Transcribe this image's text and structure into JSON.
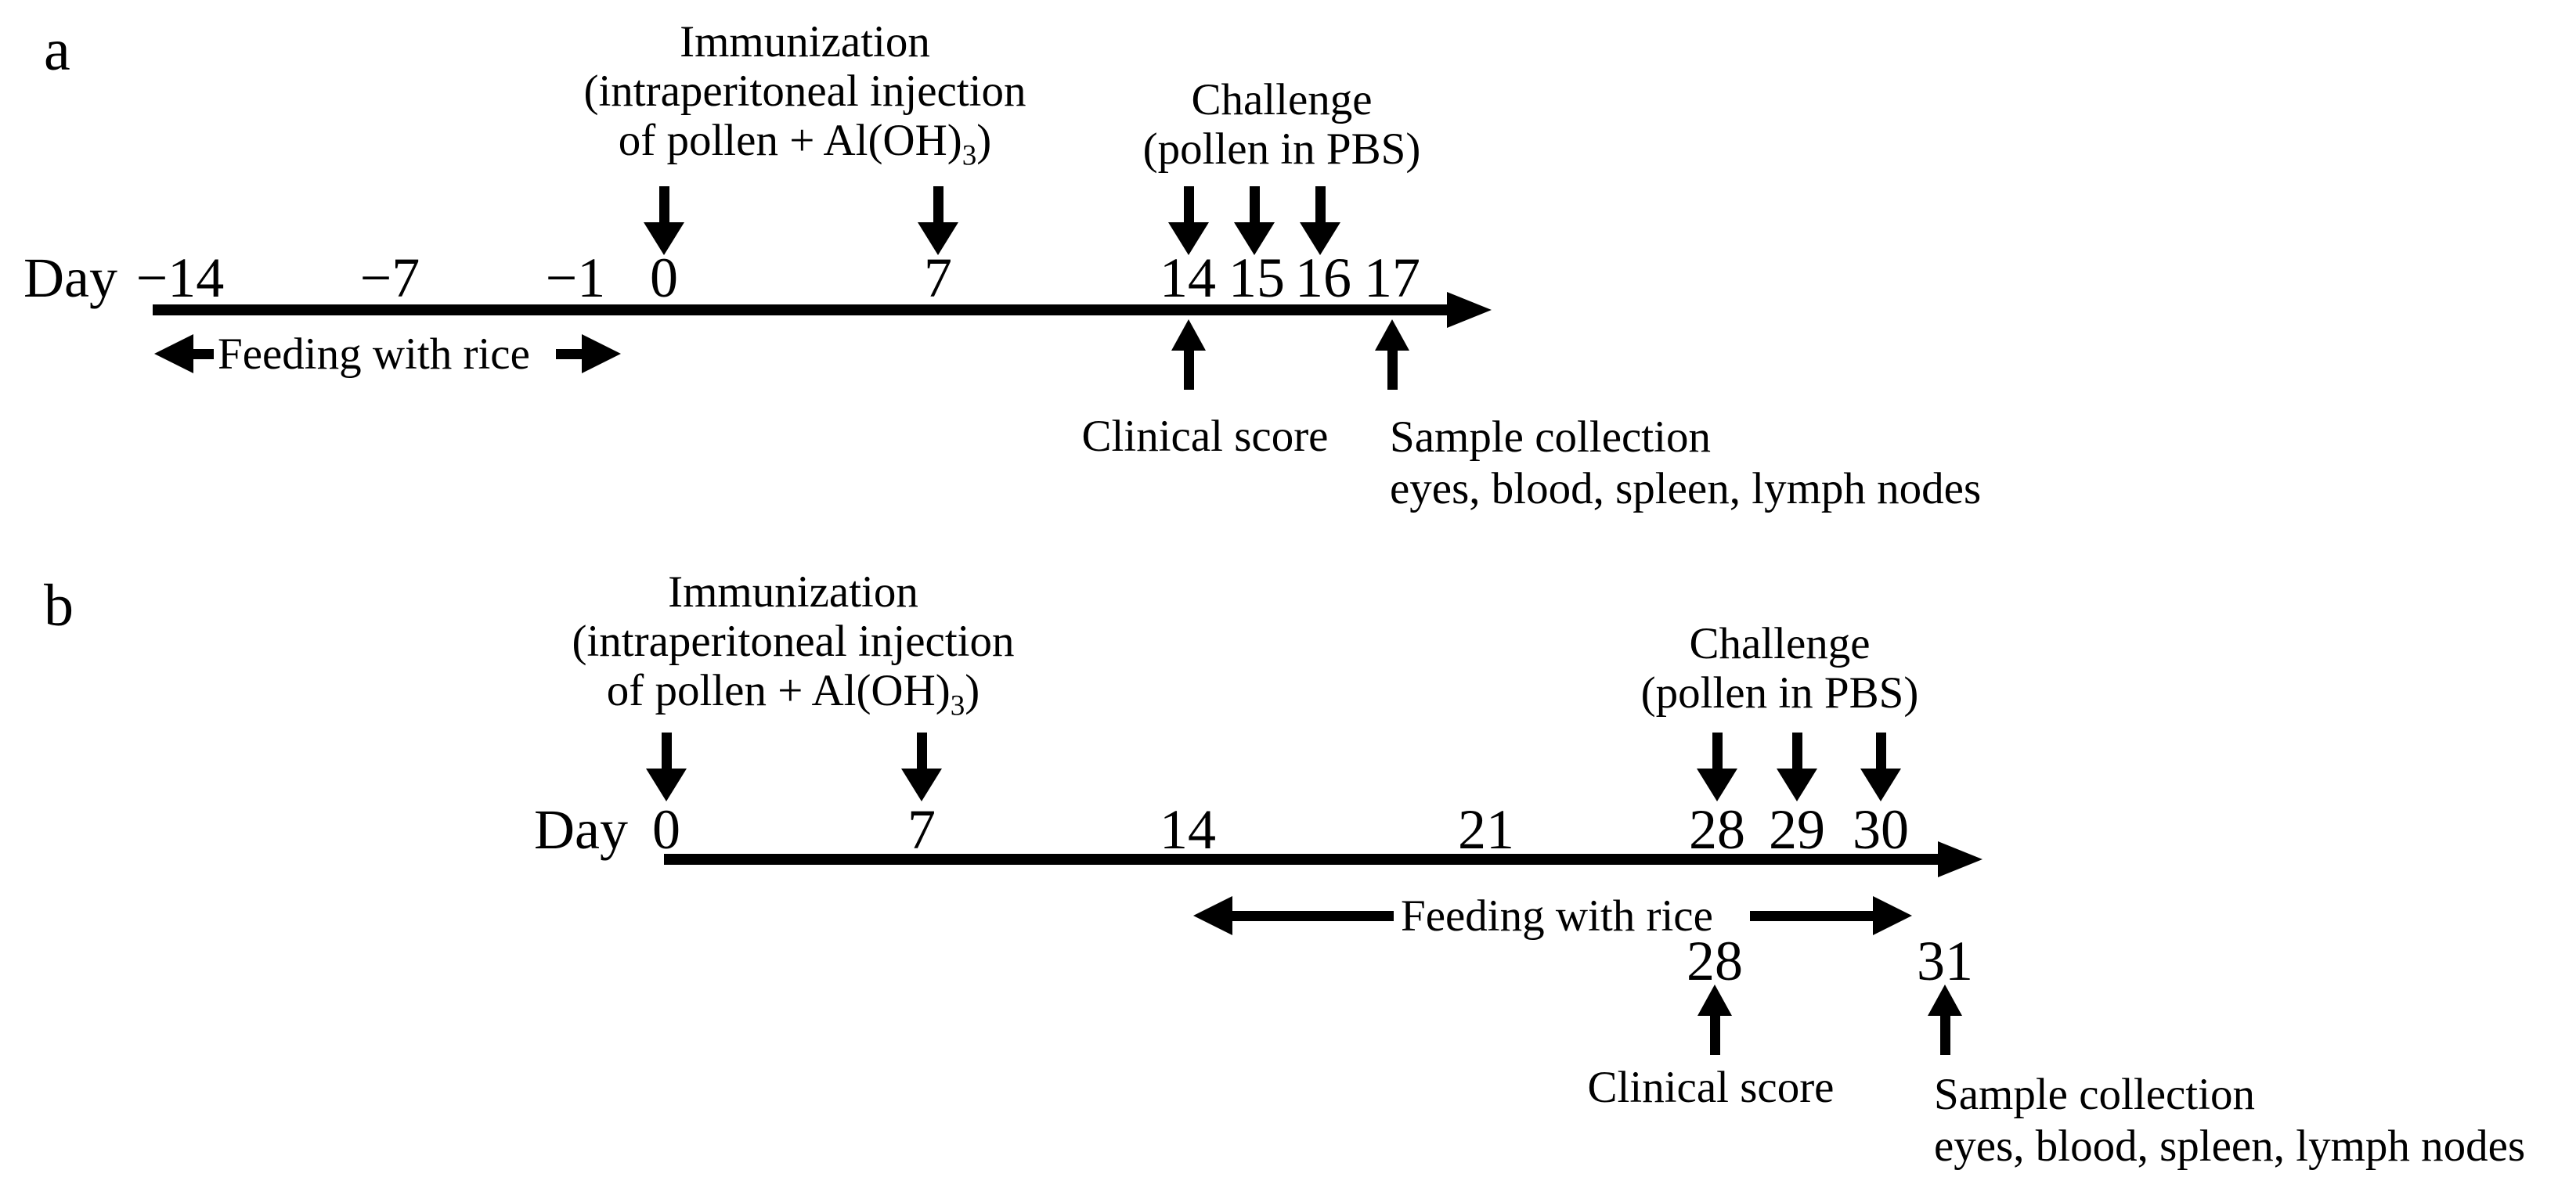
{
  "colors": {
    "ink": "#000000",
    "background": "#ffffff"
  },
  "panel_a": {
    "panel_label": "a",
    "axis_label": "Day",
    "ticks": [
      "−14",
      "−7",
      "−1",
      "0",
      "7",
      "14",
      "15",
      "16",
      "17"
    ],
    "immunization": {
      "line1": "Immunization",
      "line2": "(intraperitoneal injection",
      "line3_pre": "of pollen + Al(OH)",
      "line3_sub": "3",
      "line3_post": ")"
    },
    "immunization_days": [
      "0",
      "7"
    ],
    "challenge": {
      "line1": "Challenge",
      "line2": "(pollen in PBS)"
    },
    "challenge_days": [
      "14",
      "15",
      "16"
    ],
    "feeding_label": "Feeding with rice",
    "clinical_score_label": "Clinical score",
    "clinical_score_day": "14",
    "sample_collection_line1": "Sample collection",
    "sample_collection_line2": "eyes, blood, spleen, lymph nodes",
    "sample_collection_day": "17"
  },
  "panel_b": {
    "panel_label": "b",
    "axis_label": "Day",
    "ticks": [
      "0",
      "7",
      "14",
      "21",
      "28",
      "29",
      "30"
    ],
    "immunization": {
      "line1": "Immunization",
      "line2": "(intraperitoneal injection",
      "line3_pre": "of pollen + Al(OH)",
      "line3_sub": "3",
      "line3_post": ")"
    },
    "immunization_days": [
      "0",
      "7"
    ],
    "challenge": {
      "line1": "Challenge",
      "line2": "(pollen in PBS)"
    },
    "challenge_days": [
      "28",
      "29",
      "30"
    ],
    "feeding_label": "Feeding with rice",
    "clinical_score_label": "Clinical score",
    "clinical_score_day": "28",
    "sample_collection_line1": "Sample collection",
    "sample_collection_line2": "eyes, blood, spleen, lymph nodes",
    "sample_collection_day": "31"
  }
}
